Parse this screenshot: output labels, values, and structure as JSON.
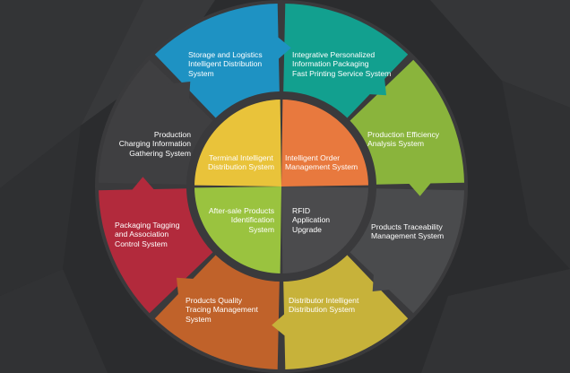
{
  "colors": {
    "background": "#2b2c2e",
    "ring_dark": "#3a3a3c",
    "storage": "#1e92c3",
    "integrative": "#12a08f",
    "efficiency": "#8ab43c",
    "traceability": "#4a4b4d",
    "distributor": "#c7b23a",
    "quality": "#c0622a",
    "packaging": "#b22a3c",
    "charging": "#3f3f41",
    "terminal": "#e9c33a",
    "order": "#e8793e",
    "aftersale": "#9ac33f",
    "rfid": "#4b4b4d"
  },
  "outer_segments": {
    "storage": "Storage and Logistics\nIntelligent Distribution\nSystem",
    "integrative": "Integrative Personalized\nInformation Packaging\nFast Printing Service System",
    "efficiency": "Production Efficiency\nAnalysis System",
    "traceability": "Products Traceability\nManagement System",
    "distributor": "Distributor Intelligent\nDistribution System",
    "quality": "Products Quality\nTracing Management\nSystem",
    "packaging": "Packaging Tagging\nand Association\nControl System",
    "charging": "Production\nCharging Information\nGathering System"
  },
  "inner_segments": {
    "terminal": "Terminal Intelligent\nDistribution System",
    "order": "Intelligent Order\nManagement System",
    "aftersale": "After-sale Products\nIdentification\nSystem",
    "rfid": "RFID\nApplication\nUpgrade"
  }
}
